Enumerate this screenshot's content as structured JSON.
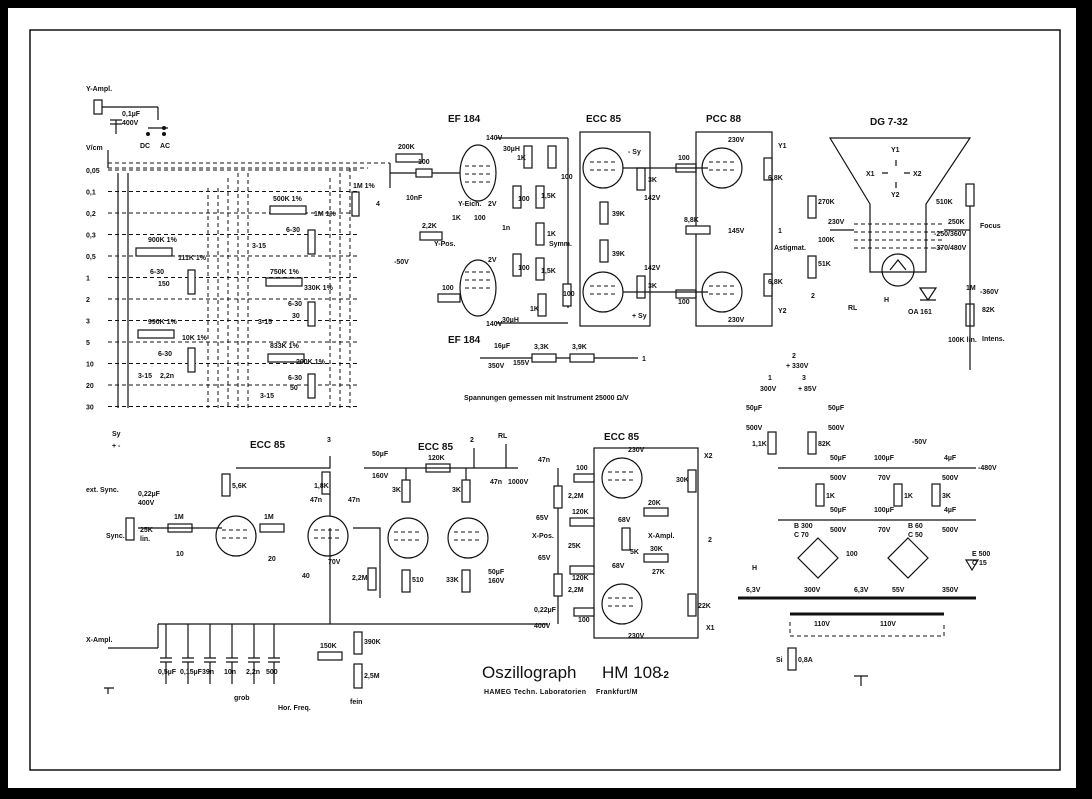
{
  "title": {
    "main": "Oszillograph",
    "model": "HM 108",
    "model_suffix": "-2",
    "company": "HAMEG Techn. Laboratorien",
    "city": "Frankfurt/M"
  },
  "note": "Spannungen gemessen mit Instrument 25000 Ω/V",
  "tubes": {
    "ef184_top": "EF 184",
    "ef184_bottom": "EF 184",
    "ecc85_pre": "ECC 85",
    "pcc88": "PCC 88",
    "crt": "DG 7-32",
    "ecc85_sync": "ECC 85",
    "ecc85_timebase": "ECC 85",
    "ecc85_x": "ECC 85"
  },
  "input": {
    "y_ampl": "Y-Ampl.",
    "cap": "0,1µF",
    "cap_v": "400V",
    "dc": "DC",
    "ac": "AC",
    "vcm": "V/cm"
  },
  "attenuator_steps": [
    "0,05",
    "0,1",
    "0,2",
    "0,3",
    "0,5",
    "1",
    "2",
    "3",
    "5",
    "10",
    "20",
    "30"
  ],
  "attenuator_parts": {
    "r900k": "900K 1%",
    "c630a": "6-30",
    "r111k": "111K 1%",
    "r150": "150",
    "r500k": "500K 1%",
    "c630b": "6-30",
    "c315a": "3-15",
    "r1m": "1M 1%",
    "r750k": "750K 1%",
    "c630c": "6-30",
    "c315b": "3-15",
    "r330k": "330K 1%",
    "c30a": "30",
    "r990k": "990K 1%",
    "c630d": "6-30",
    "c315c": "3-15",
    "r10k": "10K 1%",
    "c22n": "2,2n",
    "r833k": "833K 1%",
    "c630e": "6-30",
    "c315d": "3-15",
    "r200k": "200K 1%",
    "c50": "50",
    "rin": "1M 1%",
    "cin": "4"
  },
  "y_amp": {
    "r200k": "200K",
    "r100a": "100",
    "c10nf": "10nF",
    "v140a": "140V",
    "l30uh_a": "30µH",
    "r1k_a": "1K",
    "r100b": "100",
    "r1_5k_a": "1,5K",
    "y_eich": "Y-Eich.",
    "v2a": "2V",
    "r1k_b": "1K",
    "r100c": "100",
    "c1n": "1n",
    "r2_2k": "2,2K",
    "y_pos": "Y-Pos.",
    "minus50": "-50V",
    "r1k_symm": "1K",
    "symm": "Symm.",
    "r100d": "100",
    "v2b": "2V",
    "r100e": "100",
    "r1_5k_b": "1,5K",
    "v140b": "140V",
    "l30uh_b": "30µH",
    "r1k_c": "1K",
    "r100f": "100",
    "c16uf": "16µF",
    "v350": "350V",
    "v155": "155V",
    "r3_3k": "3,3K",
    "r3_9k": "3,9K",
    "n1": "1"
  },
  "ecc85_pre": {
    "minus_sy": "- Sy",
    "r3k_a": "3K",
    "v142a": "142V",
    "r39k_a": "39K",
    "r39k_b": "39K",
    "v142b": "142V",
    "r3k_b": "3K",
    "plus_sy": "+ Sy",
    "r100_a": "100",
    "r100_b": "100"
  },
  "pcc88": {
    "v230a": "230V",
    "y1": "Y1",
    "r6_8k_a": "6,8K",
    "r8_8k": "8,8K",
    "v145": "145V",
    "n1": "1",
    "r6_8k_b": "6,8K",
    "y2": "Y2",
    "v230b": "230V"
  },
  "crt": {
    "y1": "Y1",
    "y2": "Y2",
    "x1": "X1",
    "x2": "X2",
    "r270k": "270K",
    "v230": "230V",
    "r100k": "100K",
    "astigmat": "Astigmat.",
    "r51k": "51K",
    "n2": "2",
    "rl": "RL",
    "h": "H",
    "r510k": "510K",
    "r250k": "250K",
    "focus": "Focus",
    "v250_360": "-250/360V",
    "v370_480": "-370/480V",
    "r1m": "1M",
    "v360": "-360V",
    "oa161": "OA 161",
    "r82k": "82K",
    "r100k_lin": "100K lin.",
    "intens": "Intens."
  },
  "power": {
    "n2": "2",
    "v330": "+ 330V",
    "n1": "1",
    "v300": "300V",
    "n3": "3",
    "v85": "+ 85V",
    "c50uf_a": "50µF",
    "c500v_a": "500V",
    "c50uf_b": "50µF",
    "c500v_b": "500V",
    "r1_1k": "1,1K",
    "r82k": "82K",
    "minus50": "-50V",
    "c50uf_c": "50µF",
    "c500v_c": "500V",
    "c100uf_a": "100µF",
    "c70v_a": "70V",
    "c4uf_a": "4µF",
    "c500v_d": "500V",
    "minus480": "-480V",
    "r1k": "1K",
    "r1k_b": "1K",
    "r3k": "3K",
    "c50uf_d": "50µF",
    "c500v_e": "500V",
    "c100uf_b": "100µF",
    "c70v_b": "70V",
    "c4uf_b": "4µF",
    "c500v_f": "500V",
    "b300": "B 300",
    "c70": "C 70",
    "b60": "B 60",
    "c50": "C 50",
    "e500": "E 500",
    "c15": "C 15",
    "r100": "100",
    "h": "H",
    "v6_3a": "6,3V",
    "v6_3b": "6,3V",
    "v55": "55V",
    "v350": "350V",
    "v110a": "110V",
    "v110b": "110V",
    "fuse": "Si",
    "fuse_val": "0,8A"
  },
  "sync": {
    "sy": "Sy",
    "plus_minus": "+ -",
    "ext_sync": "ext. Sync.",
    "c022": "0,22µF",
    "c400": "400V",
    "r25k": "25K",
    "lin": "lin.",
    "sync": "Sync.",
    "r1m_a": "1M",
    "c10": "10",
    "r5_6k": "5,6K",
    "r1m_b": "1M",
    "c20": "20",
    "r1_8k": "1,8K",
    "n3": "3",
    "c47n_a": "47n",
    "c47n_b": "47n",
    "c40": "40",
    "v70": "70V",
    "r2_2m": "2,2M"
  },
  "timebase": {
    "c50uf": "50µF",
    "v160a": "160V",
    "r120k": "120K",
    "n2": "2",
    "rl": "RL",
    "r3k_a": "3K",
    "r3k_b": "3K",
    "c47n": "47n",
    "v1000": "1000V",
    "r510": "510",
    "r33k": "33K",
    "c50uf_b": "50µF",
    "v160b": "160V"
  },
  "x_amp": {
    "c47n": "47n",
    "r100a": "100",
    "v230a": "230V",
    "x2": "X2",
    "r2_2m_a": "2,2M",
    "v65a": "65V",
    "r120k_a": "120K",
    "x_pos": "X-Pos.",
    "r25k": "25K",
    "r20k": "20K",
    "v68a": "68V",
    "r5k": "5K",
    "x_ampl": "X-Ampl.",
    "r30k_a": "30K",
    "r27k": "27K",
    "v65b": "65V",
    "r120k_b": "120K",
    "v68b": "68V",
    "r2_2m_b": "2,2M",
    "c022": "0,22µF",
    "c400": "400V",
    "r100b": "100",
    "v230b": "230V",
    "r22k": "22K",
    "x1": "X1",
    "n2": "2",
    "r30k_b": "30K"
  },
  "horiz": {
    "x_ampl_in": "X-Ampl.",
    "caps": [
      "0,5µF",
      "0,15µF",
      "39n",
      "10n",
      "2,2n",
      "500"
    ],
    "grob": "grob",
    "hor_freq": "Hor. Freq.",
    "r150k": "150K",
    "r390k": "390K",
    "r2_5m": "2,5M",
    "fein": "fein"
  }
}
